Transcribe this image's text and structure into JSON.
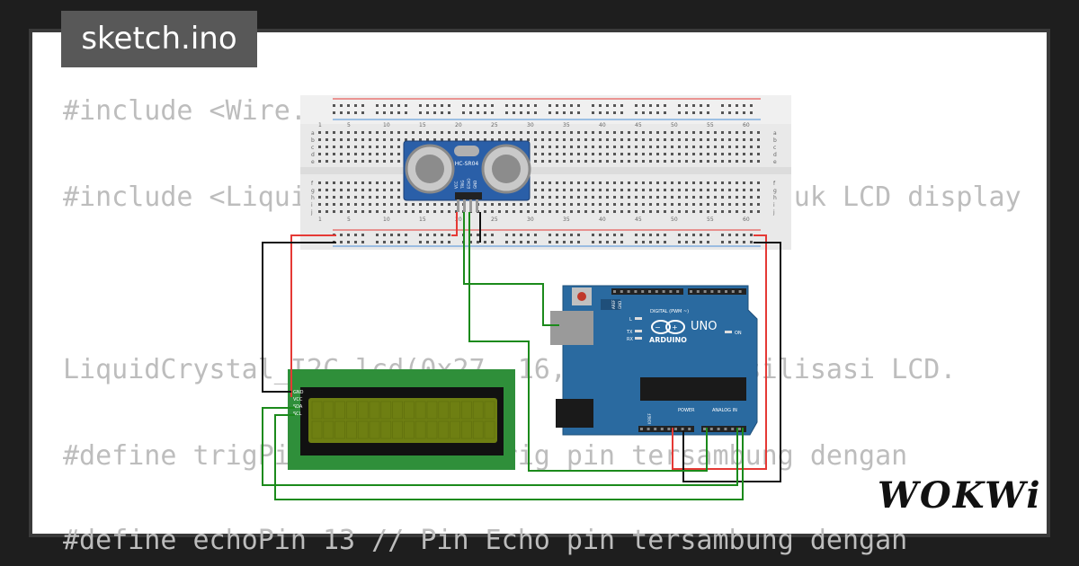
{
  "title": "sketch.ino",
  "brand": "WOKWi",
  "code_lines": [
    "#include <Wire.h>",
    "#include <LiquidCrystal_I2C.h> // Library untuk LCD display",
    "LiquidCrystal_I2C lcd(0x27, 16, 2); // Inisilisasi LCD.",
    "#define trigPin 12 // Pin Trig pin tersambung dengan",
    "#define echoPin 13 // Pin Echo pin tersambung dengan"
  ],
  "sensor": {
    "label": "HC-SR04",
    "pins": [
      "VCC",
      "TRIG",
      "ECHO",
      "GND"
    ]
  },
  "lcd": {
    "pins": [
      "GND",
      "VCC",
      "SDA",
      "SCL"
    ]
  },
  "arduino": {
    "model": "UNO",
    "brand": "ARDUINO",
    "digital_label": "DIGITAL (PWM ~)",
    "power_label": "POWER",
    "analog_label": "ANALOG IN",
    "led_labels": [
      "L",
      "TX",
      "RX",
      "ON"
    ],
    "aref": "AREF",
    "gnd": "GND",
    "ioref": "IOREF"
  },
  "breadboard": {
    "column_numbers": [
      "1",
      "5",
      "10",
      "15",
      "20",
      "25",
      "30",
      "35",
      "40",
      "45",
      "50",
      "55",
      "60"
    ],
    "row_letters_top": [
      "a",
      "b",
      "c",
      "d",
      "e"
    ],
    "row_letters_bottom": [
      "f",
      "g",
      "h",
      "i",
      "j"
    ]
  },
  "colors": {
    "wire_red": "#e53935",
    "wire_black": "#111111",
    "wire_green": "#1b8a1b",
    "arduino_blue": "#2a6aa0",
    "lcd_green": "#2f8f3a",
    "lcd_screen": "#6e7f12"
  }
}
